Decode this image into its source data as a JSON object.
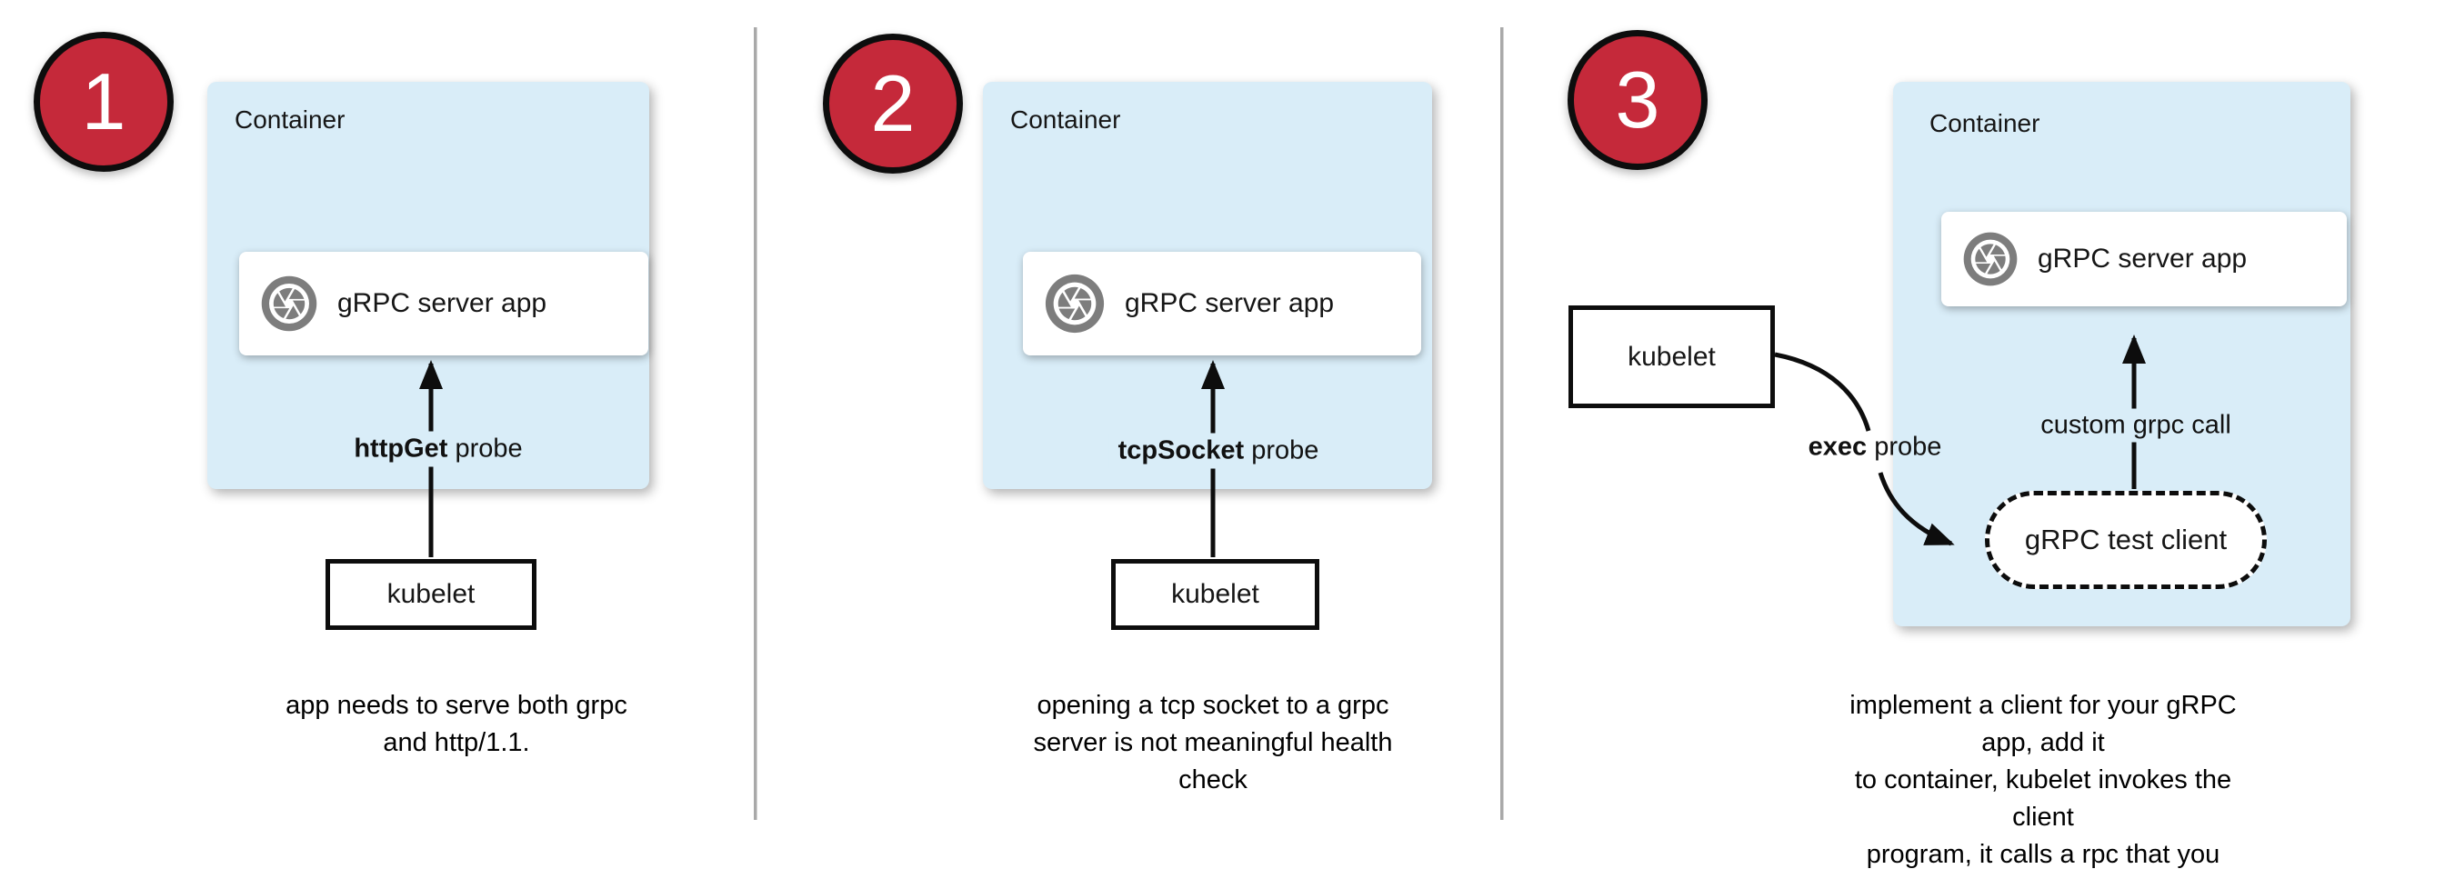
{
  "colors": {
    "container_fill": "#d9edf8",
    "badge_red": "#c5293a",
    "icon_gray": "#7d7d7d",
    "divider_gray": "#a9a9a9",
    "line_black": "#0d0d0d"
  },
  "panels": [
    {
      "number": "1",
      "container_label": "Container",
      "app_label": "gRPC server app",
      "app_icon": "aperture-icon",
      "probe_bold": "httpGet",
      "probe_rest": " probe",
      "kubelet_label": "kubelet",
      "caption_lines": [
        "app needs to serve both grpc",
        "and http/1.1."
      ]
    },
    {
      "number": "2",
      "container_label": "Container",
      "app_label": "gRPC server app",
      "app_icon": "aperture-icon",
      "probe_bold": "tcpSocket",
      "probe_rest": " probe",
      "kubelet_label": "kubelet",
      "caption_lines": [
        "opening a tcp socket to a grpc",
        "server is not meaningful health",
        "check"
      ]
    },
    {
      "number": "3",
      "container_label": "Container",
      "app_label": "gRPC server app",
      "app_icon": "aperture-icon",
      "exec_bold": "exec",
      "exec_rest": " probe",
      "grpc_call_label": "custom grpc call",
      "test_client_label": "gRPC test client",
      "kubelet_label": "kubelet",
      "caption_lines": [
        "implement a client for your gRPC app, add it",
        "to container, kubelet invokes the client",
        "program, it calls a rpc that you implement"
      ]
    }
  ]
}
